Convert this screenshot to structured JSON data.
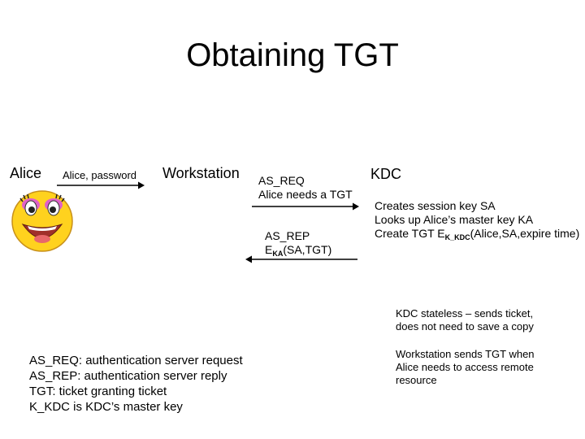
{
  "title": "Obtaining TGT",
  "actors": {
    "alice": "Alice",
    "workstation": "Workstation",
    "kdc": "KDC"
  },
  "alice_input": "Alice, password",
  "as_req": {
    "name": "AS_REQ",
    "desc": "Alice needs a TGT"
  },
  "as_rep": {
    "name": "AS_REP",
    "e": "E",
    "ka": "KA",
    "rest": "(SA,TGT)"
  },
  "kdc_actions": {
    "line1": "Creates session key SA",
    "line2": "Looks up Alice’s master key KA",
    "line3_pre": "Create TGT E",
    "line3_sub": "K_KDC",
    "line3_post": "(Alice,SA,expire time)"
  },
  "notes": {
    "stateless_1": "KDC stateless – sends ticket,",
    "stateless_2": "does not need to save a copy",
    "workstation_1": "Workstation sends TGT when",
    "workstation_2": "Alice needs to access remote",
    "workstation_3": "resource"
  },
  "legend": [
    "AS_REQ: authentication server request",
    "AS_REP: authentication server reply",
    "TGT: ticket granting ticket",
    "K_KDC is KDC’s master key"
  ],
  "colors": {
    "face": "#FFD21E",
    "mouth": "#A0302A",
    "eye_shadow": "#E060C8"
  },
  "icons": {
    "avatar": "smiley-face-icon"
  }
}
